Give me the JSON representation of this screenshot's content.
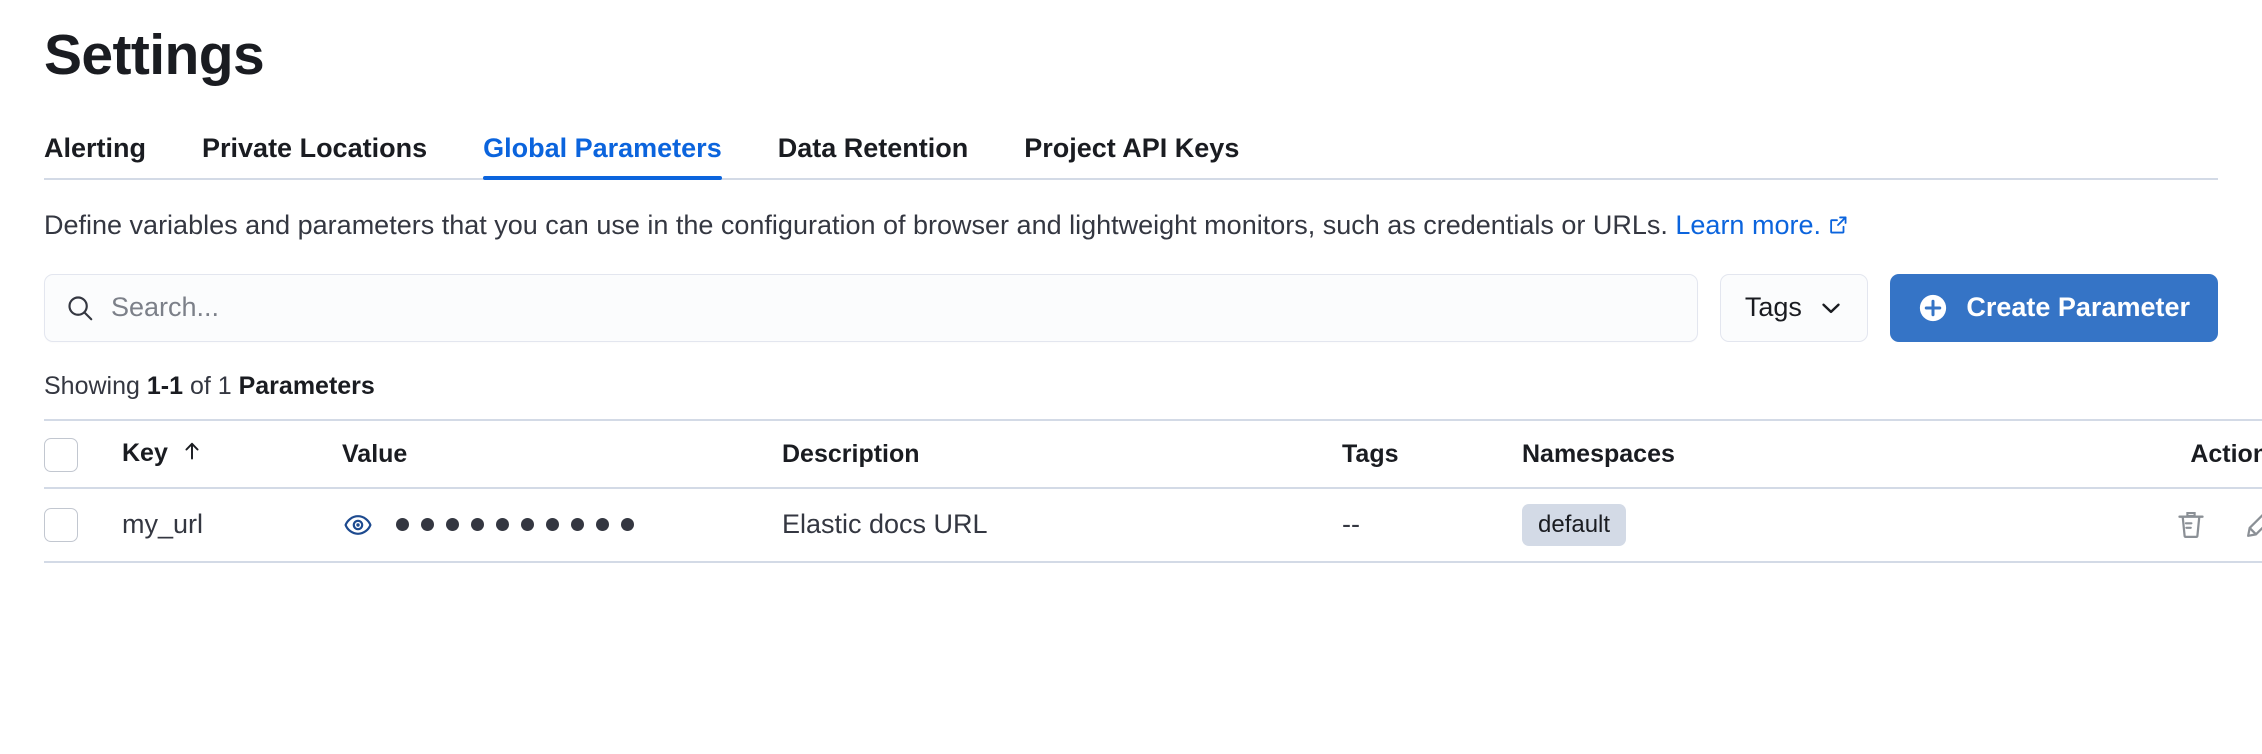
{
  "header": {
    "title": "Settings"
  },
  "tabs": [
    {
      "label": "Alerting",
      "active": false
    },
    {
      "label": "Private Locations",
      "active": false
    },
    {
      "label": "Global Parameters",
      "active": true
    },
    {
      "label": "Data Retention",
      "active": false
    },
    {
      "label": "Project API Keys",
      "active": false
    }
  ],
  "description": {
    "text": "Define variables and parameters that you can use in the configuration of browser and lightweight monitors, such as credentials or URLs.",
    "link_label": "Learn more.",
    "link_icon": "external-link-icon"
  },
  "controls": {
    "search_placeholder": "Search...",
    "search_value": "",
    "search_icon": "search-icon",
    "tags_filter_label": "Tags",
    "tags_filter_icon": "chevron-down-icon",
    "create_button_label": "Create Parameter",
    "create_button_icon": "plus-circle-icon"
  },
  "results": {
    "showing_prefix": "Showing ",
    "range": "1-1",
    "of": " of ",
    "total": "1",
    "unit": " Parameters"
  },
  "table": {
    "columns": [
      {
        "key": "select",
        "label": ""
      },
      {
        "key": "key",
        "label": "Key",
        "sorted": "asc",
        "sort_icon": "arrow-up-icon"
      },
      {
        "key": "value",
        "label": "Value"
      },
      {
        "key": "description",
        "label": "Description"
      },
      {
        "key": "tags",
        "label": "Tags"
      },
      {
        "key": "namespaces",
        "label": "Namespaces"
      },
      {
        "key": "actions",
        "label": "Actions"
      }
    ],
    "rows": [
      {
        "selected": false,
        "key": "my_url",
        "value_masked": true,
        "value_mask_dots": 10,
        "value_toggle_icon": "eye-icon",
        "description": "Elastic docs URL",
        "tags": "--",
        "namespaces": [
          "default"
        ],
        "actions": [
          "trash-icon",
          "pencil-icon"
        ]
      }
    ]
  },
  "colors": {
    "accent_blue": "#0b64dd",
    "button_blue": "#3574c6",
    "text_dark": "#1a1c21",
    "text_body": "#343741",
    "border": "#d3dae6",
    "badge_bg": "#d3dae6",
    "placeholder": "#7c8089",
    "icon_gray": "#98a2b3"
  }
}
